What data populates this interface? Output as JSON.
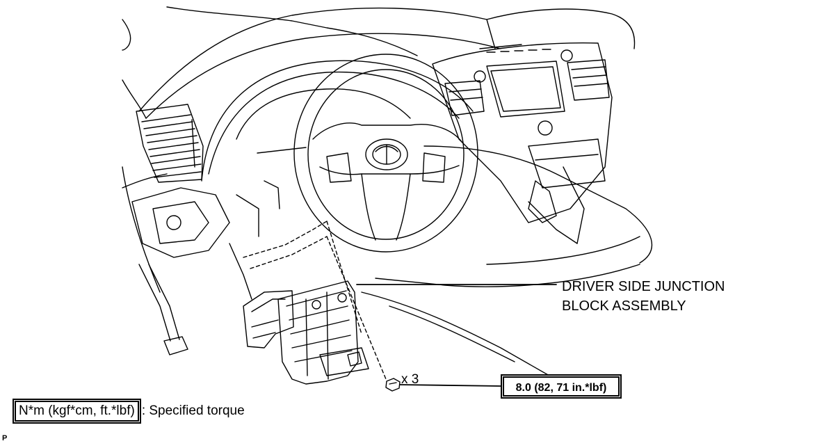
{
  "diagram": {
    "part_label_line1": "DRIVER SIDE JUNCTION",
    "part_label_line2": "BLOCK ASSEMBLY",
    "fastener_qty": "x 3",
    "torque_value": "8.0 (82, 71 in.*lbf)",
    "legend_units": "N*m (kgf*cm, ft.*lbf)",
    "legend_desc": ": Specified torque",
    "corner_mark": "P"
  }
}
